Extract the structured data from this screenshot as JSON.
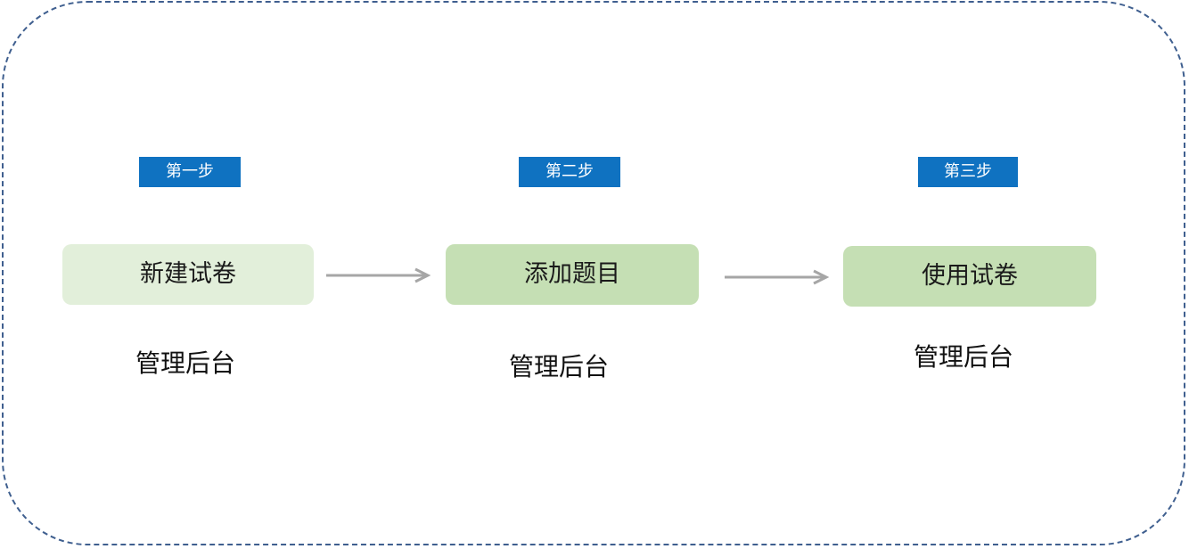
{
  "steps": [
    {
      "tag": "第一步",
      "title": "新建试卷",
      "caption": "管理后台",
      "fill": "#e2efda"
    },
    {
      "tag": "第二步",
      "title": "添加题目",
      "caption": "管理后台",
      "fill": "#c5dfb4"
    },
    {
      "tag": "第三步",
      "title": "使用试卷",
      "caption": "管理后台",
      "fill": "#c5dfb4"
    }
  ],
  "colors": {
    "tag_fill": "#0f72c1",
    "frame_border": "#3f5f8f",
    "arrow": "#a6a6a6"
  }
}
